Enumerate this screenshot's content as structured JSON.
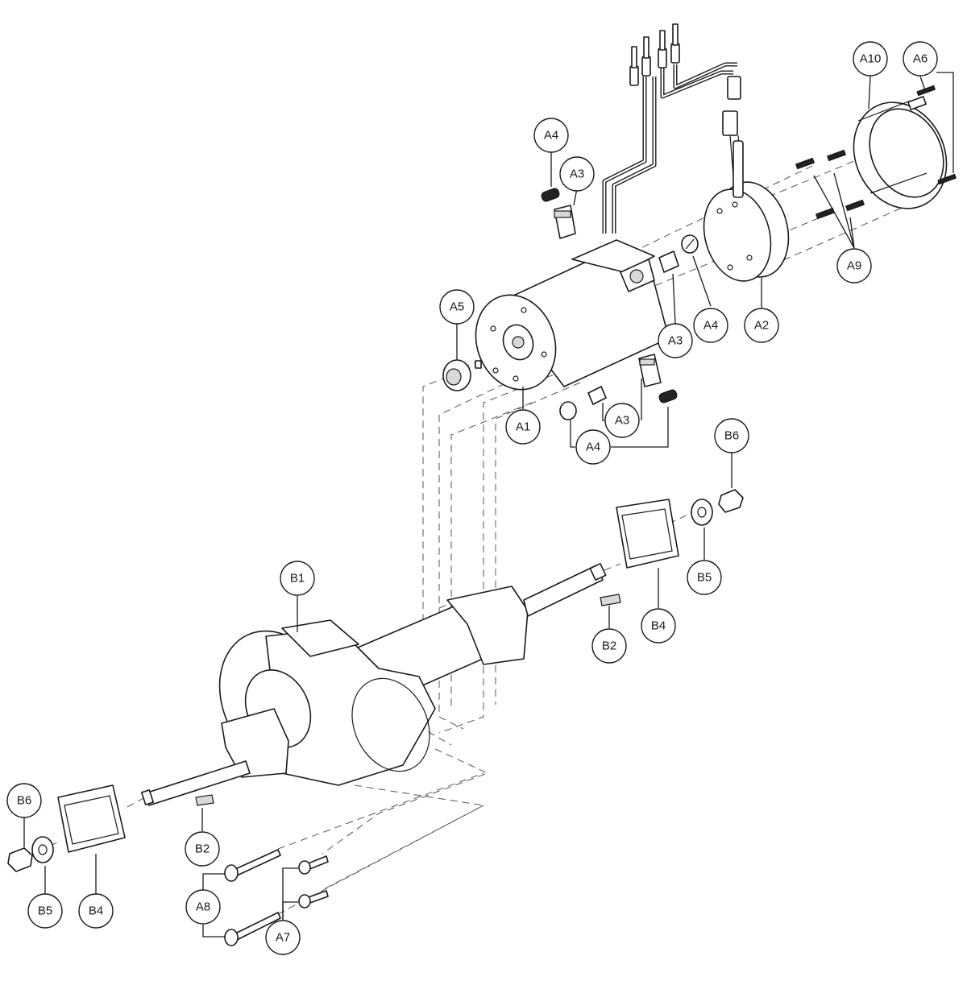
{
  "callouts": [
    {
      "id": "a10",
      "label": "A10"
    },
    {
      "id": "a6",
      "label": "A6"
    },
    {
      "id": "a4-top",
      "label": "A4"
    },
    {
      "id": "a3-top",
      "label": "A3"
    },
    {
      "id": "a5",
      "label": "A5"
    },
    {
      "id": "a4-mid",
      "label": "A4"
    },
    {
      "id": "a2",
      "label": "A2"
    },
    {
      "id": "a9",
      "label": "A9"
    },
    {
      "id": "a3-mid",
      "label": "A3"
    },
    {
      "id": "a1",
      "label": "A1"
    },
    {
      "id": "a3-low",
      "label": "A3"
    },
    {
      "id": "a4-low",
      "label": "A4"
    },
    {
      "id": "b6-right",
      "label": "B6"
    },
    {
      "id": "b5-right",
      "label": "B5"
    },
    {
      "id": "b4-right",
      "label": "B4"
    },
    {
      "id": "b2-right",
      "label": "B2"
    },
    {
      "id": "b1",
      "label": "B1"
    },
    {
      "id": "b6-left",
      "label": "B6"
    },
    {
      "id": "b5-left",
      "label": "B5"
    },
    {
      "id": "b4-left",
      "label": "B4"
    },
    {
      "id": "b2-left",
      "label": "B2"
    },
    {
      "id": "a8",
      "label": "A8"
    },
    {
      "id": "a7",
      "label": "A7"
    }
  ]
}
